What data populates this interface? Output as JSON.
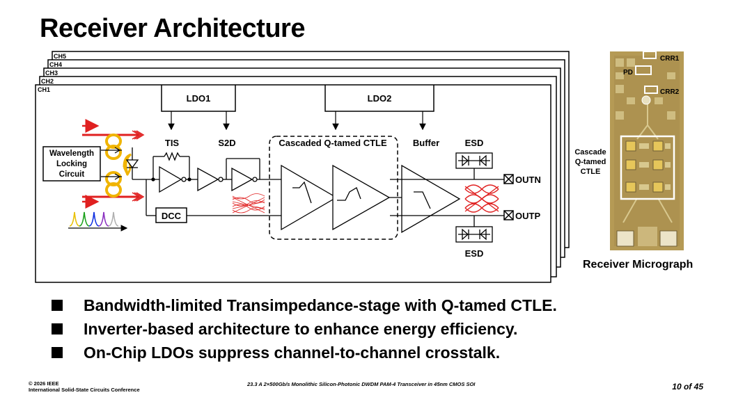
{
  "title": "Receiver Architecture",
  "channels": [
    "CH5",
    "CH4",
    "CH3",
    "CH2",
    "CH1"
  ],
  "blocks": {
    "ldo1": "LDO1",
    "ldo2": "LDO2",
    "tis": "TIS",
    "s2d": "S2D",
    "ctle": "Cascaded Q-tamed CTLE",
    "buffer": "Buffer",
    "esd_top": "ESD",
    "esd_bottom": "ESD",
    "dcc": "DCC",
    "wavelength_locking": [
      "Wavelength",
      "Locking",
      "Circuit"
    ],
    "outn": "OUTN",
    "outp": "OUTP"
  },
  "micrograph": {
    "labels": {
      "crr1": "CRR1",
      "pd": "PD",
      "crr2": "CRR2"
    },
    "cascade_label": [
      "Cascade",
      "Q-tamed",
      "CTLE"
    ],
    "caption": "Receiver Micrograph",
    "colors": {
      "die": "#b59a55",
      "metal": "#d8c88e",
      "dark": "#6f5f36"
    }
  },
  "bullets": [
    "Bandwidth-limited Transimpedance-stage with Q-tamed CTLE.",
    "Inverter-based architecture to enhance energy efficiency.",
    "On-Chip LDOs suppress channel-to-channel crosstalk."
  ],
  "footer": {
    "copyright": "© 2026 IEEE",
    "conference": "International Solid-State Circuits Conference",
    "paper": "23.3 A 2×500Gb/s Monolithic Silicon-Photonic DWDM PAM-4 Transceiver in 45nm CMOS SOI",
    "page": "10 of 45"
  },
  "colors": {
    "arrow_red": "#e02020",
    "ring_yellow": "#f0b400",
    "eye_red": "#e02020"
  }
}
